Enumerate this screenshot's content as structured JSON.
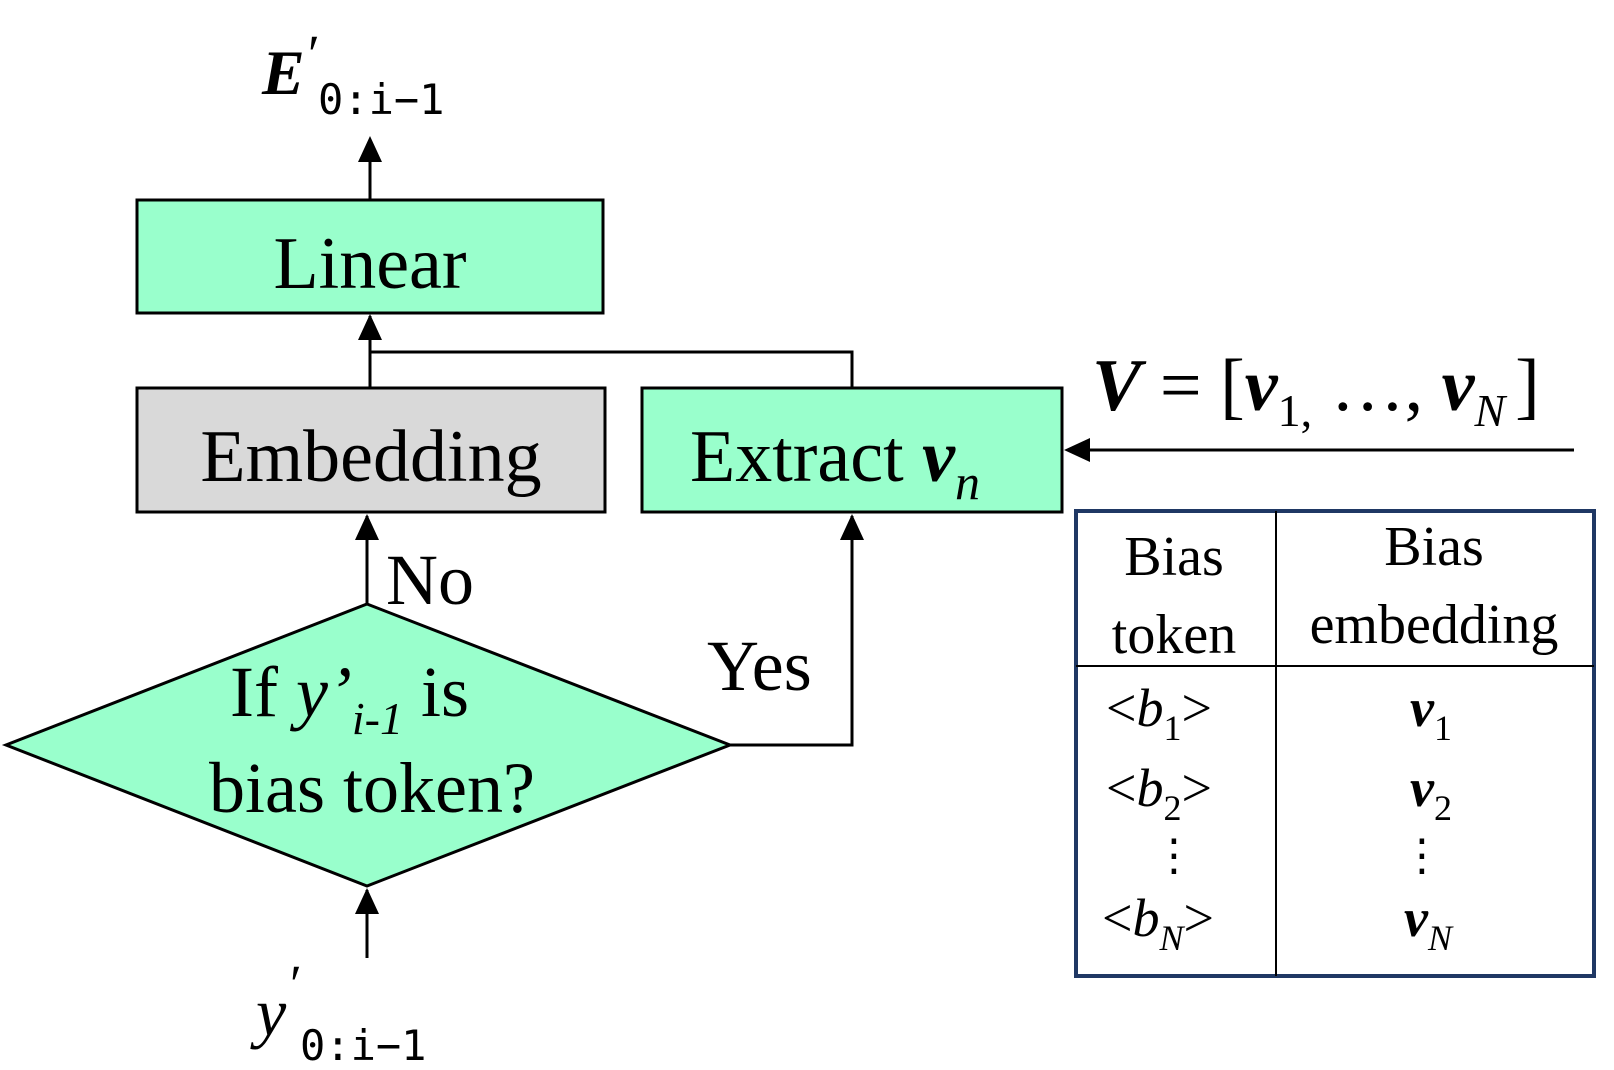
{
  "colors": {
    "green_box": "#99ffcc",
    "gray_box": "#d9d9d9",
    "table_border": "#1f3864",
    "stroke": "#000000"
  },
  "output_label": {
    "symbol": "E",
    "prime": "′",
    "subscript": "0:i−1"
  },
  "input_label": {
    "symbol": "y",
    "prime": "′",
    "subscript": "0:i−1"
  },
  "linear_box": {
    "label": "Linear"
  },
  "embedding_box": {
    "label": "Embedding"
  },
  "extract_box": {
    "label": "Extract ",
    "var": "v",
    "sub": "n"
  },
  "decision": {
    "line1_pre": "If ",
    "line1_var": "y",
    "line1_prime": "’",
    "line1_sub": "i-1",
    "line1_post": " is",
    "line2": "bias token?"
  },
  "branch_no": "No",
  "branch_yes": "Yes",
  "v_vector": {
    "lhs": "V",
    "eq": " = [",
    "v1": "v",
    "v1_sub": "1,",
    "dots": " …, ",
    "vn": "v",
    "vn_sub": "N",
    "close": "]"
  },
  "table": {
    "header_col1_line1": "Bias",
    "header_col1_line2": "token",
    "header_col2_line1": "Bias",
    "header_col2_line2": "embedding",
    "rows": [
      {
        "token": "b",
        "token_sub": "1",
        "emb": "v",
        "emb_sub": "1"
      },
      {
        "token": "b",
        "token_sub": "2",
        "emb": "v",
        "emb_sub": "2"
      },
      {
        "token": "⋮",
        "token_sub": "",
        "emb": "⋮",
        "emb_sub": ""
      },
      {
        "token": "b",
        "token_sub": "N",
        "emb": "v",
        "emb_sub": "N"
      }
    ],
    "lt": "<",
    "gt": ">"
  }
}
